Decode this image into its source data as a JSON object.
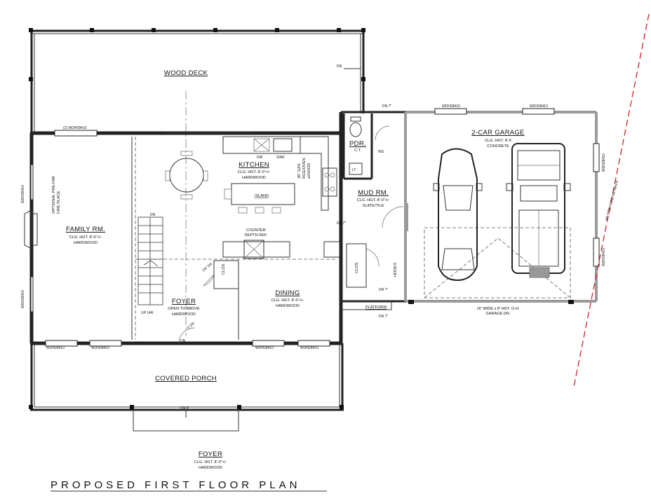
{
  "rooms": {
    "wood_deck": {
      "name": "WOOD DECK"
    },
    "kitchen": {
      "name": "KITCHEN",
      "lines": [
        "CLG. HGT. 8'-0\"+/-",
        "HARDWOOD"
      ]
    },
    "island": {
      "name": "ISLAND"
    },
    "counter": {
      "lines": [
        "COUNTER",
        "DEPTH REF."
      ]
    },
    "family": {
      "name": "FAMILY RM.",
      "lines": [
        "CLG. HGT. 8'-0\"+/-",
        "HARDWOOD"
      ]
    },
    "foyer": {
      "name": "FOYER",
      "lines": [
        "OPEN TO ABOVE",
        "HARDWOOD"
      ]
    },
    "dining": {
      "name": "DINING",
      "lines": [
        "CLG. HGT. 8'-0\"+/-",
        "HARDWOOD"
      ]
    },
    "covered_porch": {
      "name": "COVERED PORCH"
    },
    "pdr": {
      "name": "PDR.",
      "lines": [
        "C.T."
      ]
    },
    "mud": {
      "name": "MUD RM.",
      "lines": [
        "CLG. HGT. 8'-0\"+/-",
        "SLATE/TILE"
      ]
    },
    "garage": {
      "name": "2-CAR GARAGE",
      "lines": [
        "CLG. HGT. 8'-6",
        "CONCRETE"
      ]
    },
    "platform": {
      "name": "PLATFORM"
    },
    "foyer_note": {
      "name": "FOYER",
      "lines": [
        "CLG. HGT. 8'-0\"+/-",
        "HARDWOOD"
      ]
    }
  },
  "labels": {
    "fireplace": [
      "OPTIONAL PRE-FAB",
      "FIRE PLACE"
    ],
    "range": [
      "36\" GAS",
      "RGE/OVEN",
      "w/HOOD"
    ],
    "dw": "DW",
    "sink": "SINK",
    "up": "UP 14R",
    "clos1": "CLOS.",
    "clos2": "CLOS.",
    "hooks": "HOOKS",
    "garage_door": [
      "16' WIDE x 8' HGT. O.H.",
      "GARAGE DR."
    ],
    "setback": "40' SIDE YARD SETBACK",
    "window_a": "(2) WDH28410",
    "window_b": "WDH28410",
    "door_a": "2'8\" DR.",
    "door_b": "3' DR.",
    "dn_a": "DN",
    "dn_b": "DN 7\"",
    "dn_c": "DN 4\"",
    "ws": "WS",
    "lt": "LT"
  },
  "title": "PROPOSED FIRST FLOOR PLAN"
}
